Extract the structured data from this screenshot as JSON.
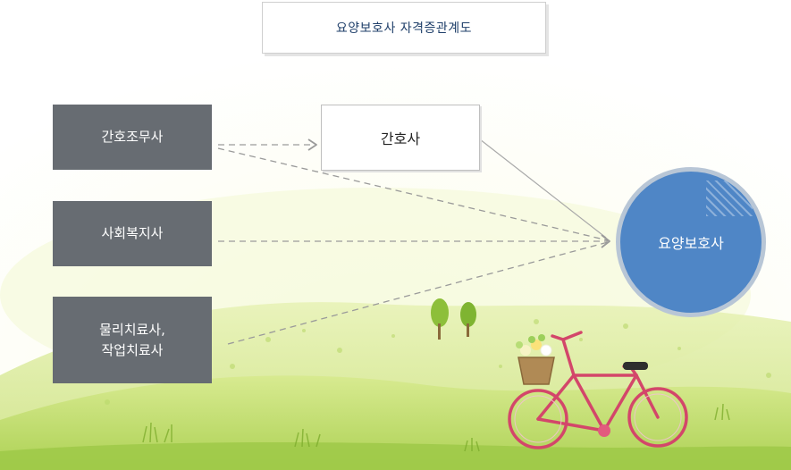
{
  "title": "요양보호사 자격증관계도",
  "sources": [
    {
      "lines": [
        "간호조무사"
      ]
    },
    {
      "lines": [
        "사회복지사"
      ]
    },
    {
      "lines": [
        "물리치료사,",
        "작업치료사"
      ]
    }
  ],
  "intermediate": "간호사",
  "target": "요양보호사",
  "colors": {
    "source_box": "#676c72",
    "target_circle": "#4f86c6",
    "title_text": "#1f3f6a",
    "arrow": "#9a9a9a"
  }
}
